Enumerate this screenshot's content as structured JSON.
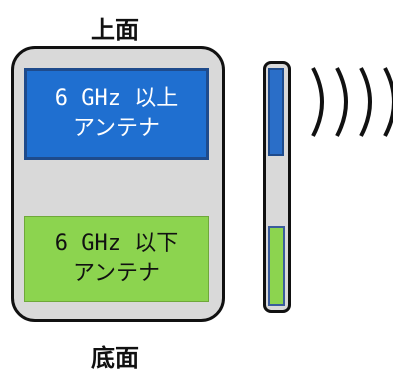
{
  "labels": {
    "top": "上面",
    "bottom": "底面"
  },
  "antennas": {
    "upper": {
      "line1": "6 GHz 以上",
      "line2": "アンテナ"
    },
    "lower": {
      "line1": "6 GHz 以下",
      "line2": "アンテナ"
    }
  },
  "colors": {
    "upper_antenna": "#1f6fd0",
    "lower_antenna": "#8cd44f",
    "device_body": "#d9d9d9",
    "outline": "#111111"
  }
}
